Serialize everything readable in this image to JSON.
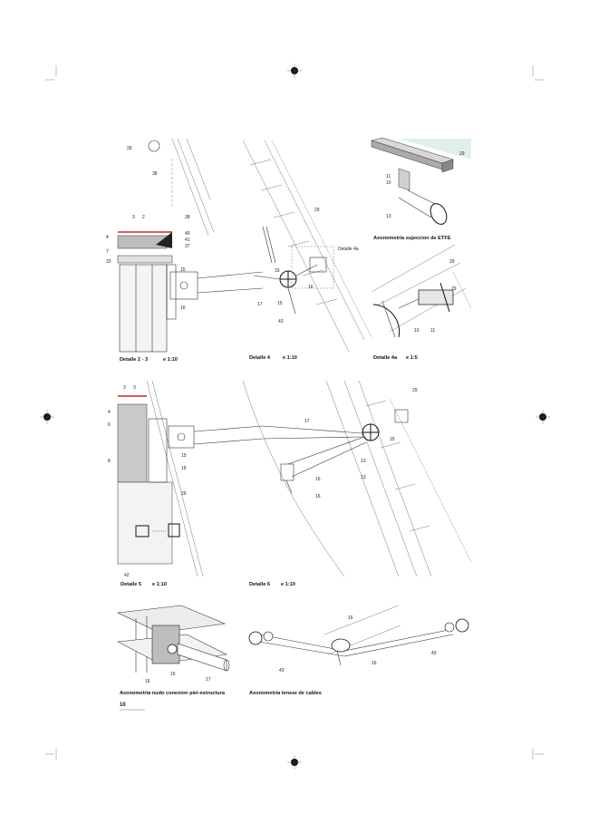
{
  "page_number": "10",
  "titles": {
    "d23": "Detalle 2 - 3",
    "d23_scale": "e 1:10",
    "d4": "Detalle 4",
    "d4_scale": "e 1:10",
    "d4a": "Detalle 4a",
    "d4a_scale": "e 1:5",
    "d4a_ref": "Detalle 4a",
    "axo_etfe": "Axonometría sujeccion de ETFE",
    "d5": "Detalle 5",
    "d5_scale": "e 1:10",
    "d6": "Detalle 6",
    "d6_scale": "e 1:10",
    "axo_nudo": "Axonometría nudo conexion  piel-estructura",
    "axo_tensor": "Axonometría tensor de cables"
  },
  "labels": {
    "d23": [
      "26",
      "38",
      "3",
      "2",
      "38",
      "4",
      "40",
      "41",
      "37",
      "7",
      "33",
      "15",
      "16"
    ],
    "d4": [
      "29",
      "15",
      "17",
      "15",
      "16",
      "43"
    ],
    "etfe": [
      "29",
      "11",
      "10",
      "13"
    ],
    "d4a": [
      "29",
      "29",
      "10",
      "11"
    ],
    "d5": [
      "3",
      "3",
      "4",
      "6",
      "8",
      "15",
      "16",
      "29",
      "42"
    ],
    "d6": [
      "29",
      "17",
      "15",
      "13",
      "16",
      "13",
      "16"
    ],
    "nudo": [
      "16",
      "15",
      "17"
    ],
    "tensor": [
      "43",
      "16",
      "16",
      "43"
    ]
  },
  "colors": {
    "accent_red": "#c0282d",
    "glass_green": "#7fb8a8",
    "ink": "#222222"
  }
}
